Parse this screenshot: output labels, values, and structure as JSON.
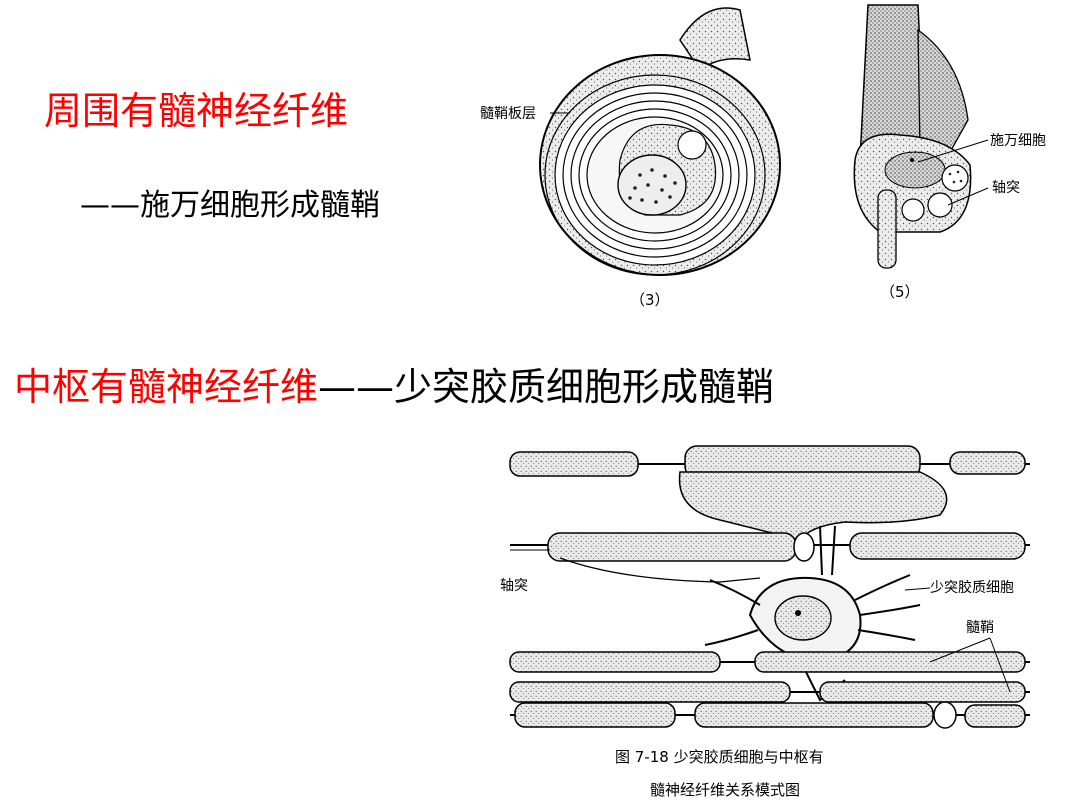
{
  "slide": {
    "title_peripheral": "周围有髓神经纤维",
    "subtitle_peripheral": "——施万细胞形成髓鞘",
    "title_central_red": "中枢有髓神经纤维",
    "title_central_black": "——少突胶质细胞形成髓鞘",
    "accent_color": "#ff0000"
  },
  "figure_top": {
    "panel3": {
      "label_myelin_lamella": "髓鞘板层",
      "caption": "（3）"
    },
    "panel5": {
      "label_schwann_cell": "施万细胞",
      "label_axon": "轴突",
      "caption": "（5）"
    }
  },
  "figure_bottom": {
    "label_axon": "轴突",
    "label_oligodendrocyte": "少突胶质细胞",
    "label_myelin_sheath": "髓鞘",
    "caption_line1": "图 7-18   少突胶质细胞与中枢有",
    "caption_line2": "髓神经纤维关系模式图"
  }
}
